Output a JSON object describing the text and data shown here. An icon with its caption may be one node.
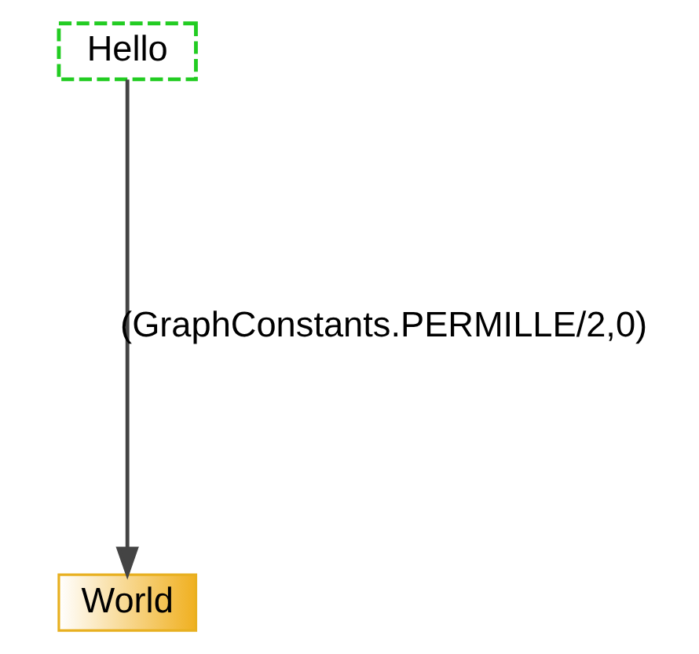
{
  "diagram": {
    "nodes": [
      {
        "text": [
          "Hello"
        ]
      },
      {
        "text": [
          "World"
        ]
      }
    ],
    "edges": [
      {
        "from": 0,
        "to": 1,
        "arrow": "to",
        "label": "(GraphConstants.PERMILLE/2,0)"
      }
    ]
  }
}
